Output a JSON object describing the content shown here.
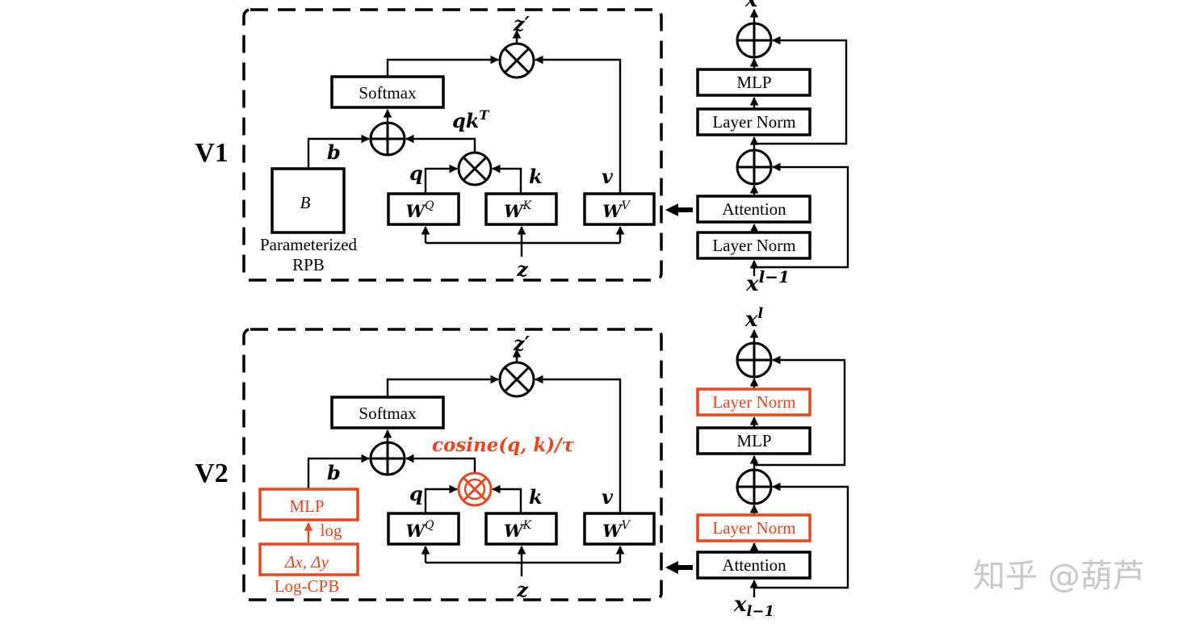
{
  "colors": {
    "accent_red": "#e8461e",
    "line": "#000000",
    "watermark": "#c8c8c8"
  },
  "v1": {
    "label": "V1",
    "attention": {
      "softmax": "Softmax",
      "bias_box": "B",
      "bias_caption_1": "Parameterized",
      "bias_caption_2": "RPB",
      "b": "b",
      "qkT": "qk",
      "qkT_sup": "T",
      "q": "q",
      "k": "k",
      "v": "v",
      "wq": "W",
      "wq_sup": "Q",
      "wk": "W",
      "wk_sup": "K",
      "wv": "W",
      "wv_sup": "V",
      "z": "z",
      "z_out": "z′"
    },
    "block": {
      "out": "x",
      "out_sup": "l",
      "in": "x",
      "in_sup": "l−1",
      "items": [
        "MLP",
        "Layer Norm",
        "Attention",
        "Layer Norm"
      ]
    }
  },
  "v2": {
    "label": "V2",
    "attention": {
      "softmax": "Softmax",
      "cosine": "cosine(q, k)/τ",
      "mlp": "MLP",
      "log": "log",
      "delta": "Δx, Δy",
      "caption": "Log-CPB",
      "b": "b",
      "q": "q",
      "k": "k",
      "v": "v",
      "wq": "W",
      "wq_sup": "Q",
      "wk": "W",
      "wk_sup": "K",
      "wv": "W",
      "wv_sup": "V",
      "z": "z",
      "z_out": "z′"
    },
    "block": {
      "out": "x",
      "out_sup": "l",
      "in": "x",
      "in_sub": "l−1",
      "items": [
        "Layer Norm",
        "MLP",
        "Layer Norm",
        "Attention"
      ]
    }
  },
  "watermark": "知乎 @葫芦"
}
